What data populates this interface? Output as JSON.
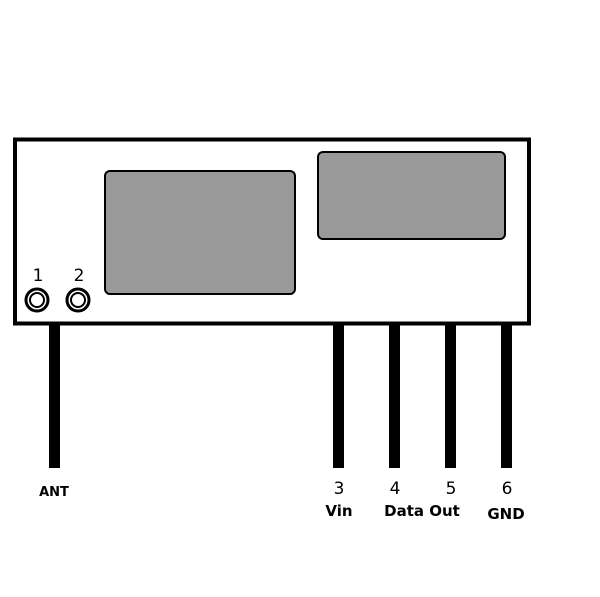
{
  "module": {
    "board_color": "#ffffff",
    "chip_color": "#999999",
    "outline_color": "#000000"
  },
  "pads": {
    "pad1_label": "1",
    "pad2_label": "2"
  },
  "pins": {
    "ant": {
      "name": "ANT"
    },
    "vin": {
      "number": "3",
      "name": "Vin"
    },
    "data_out": {
      "number": "4",
      "number2": "5",
      "name": "Data Out"
    },
    "gnd": {
      "number": "6",
      "name": "GND"
    }
  }
}
